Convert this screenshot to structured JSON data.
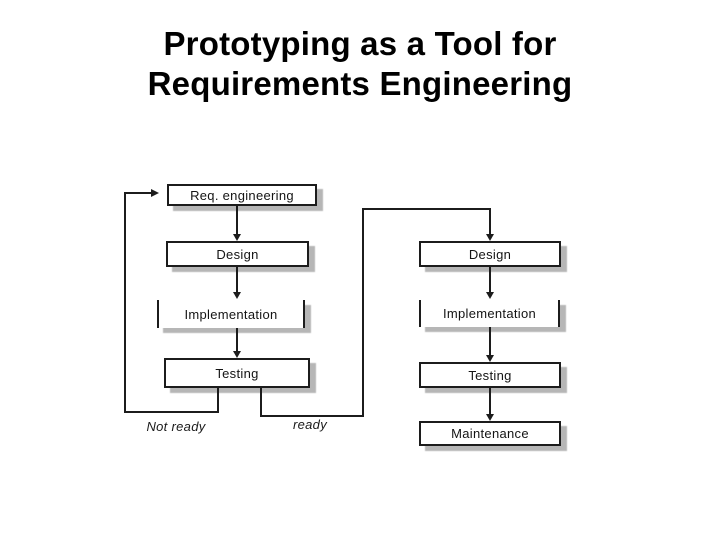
{
  "slide": {
    "title_line1": "Prototyping as a Tool for",
    "title_line2": "Requirements Engineering"
  },
  "diagram": {
    "type": "flowchart-waterfall-with-prototyping-loop",
    "left_column": {
      "boxes": [
        {
          "label": "Req. engineering"
        },
        {
          "label": "Design"
        },
        {
          "label": "Implementation"
        },
        {
          "label": "Testing"
        }
      ]
    },
    "right_column": {
      "boxes": [
        {
          "label": "Design"
        },
        {
          "label": "Implementation"
        },
        {
          "label": "Testing"
        },
        {
          "label": "Maintenance"
        }
      ]
    },
    "edge_labels": {
      "not_ready": "Not ready",
      "ready": "ready"
    },
    "colors": {
      "background": "#ffffff",
      "box_fill": "#ffffff",
      "box_border": "#1c1c1c",
      "box_shadow": "#b6b6b6",
      "connector": "#1c1c1c",
      "text": "#141414"
    }
  }
}
